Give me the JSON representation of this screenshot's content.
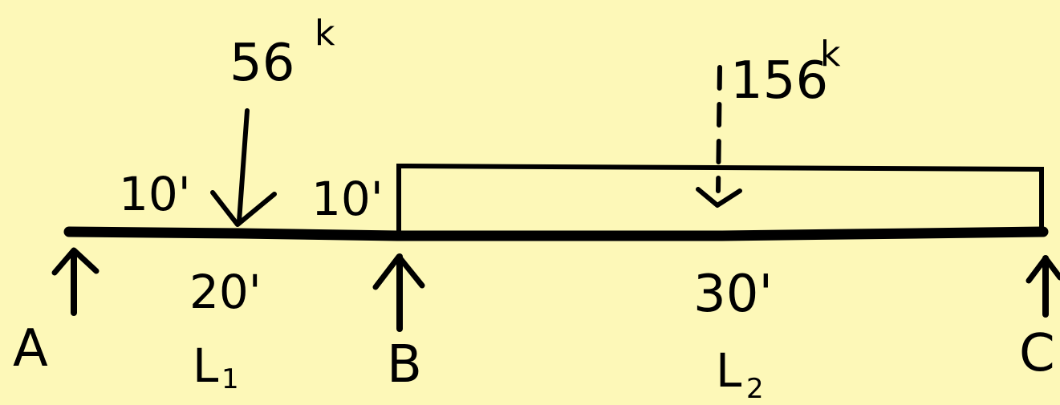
{
  "beam": {
    "support_labels": [
      "A",
      "B",
      "C"
    ],
    "span_labels": [
      "L",
      "L"
    ],
    "span_subscripts": [
      "1",
      "2"
    ],
    "span_lengths": [
      "20'",
      "30'"
    ],
    "segment_labels": [
      "10'",
      "10'"
    ]
  },
  "loads": {
    "point_load_value": "56",
    "point_load_unit": "k",
    "distributed_load_value": "156",
    "distributed_load_unit": "k"
  },
  "colors": {
    "background": "#fdf8b8",
    "ink": "#000000"
  }
}
